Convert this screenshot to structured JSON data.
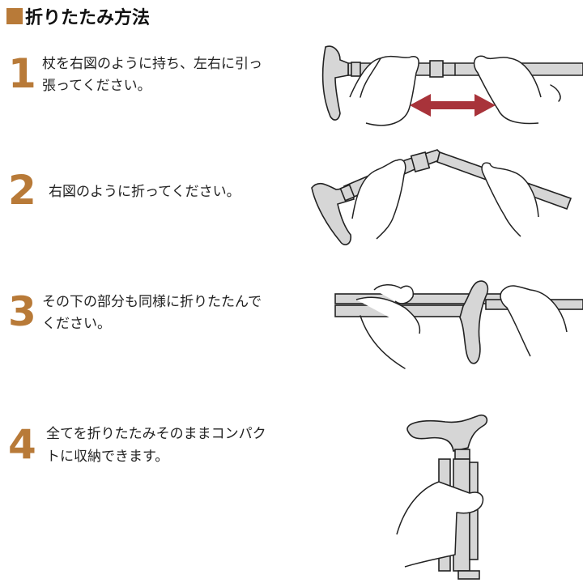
{
  "heading": {
    "title": "折りたたみ方法",
    "accent_color": "#b87a38"
  },
  "steps": [
    {
      "number": "1",
      "lines": [
        "杖を右図のように持ち、左右に引っ",
        "張ってください。"
      ],
      "illustration": "hands-pulling-cane-apart-with-arrow",
      "arrow_color": "#a8333a"
    },
    {
      "number": "2",
      "lines": [
        "右図のように折ってください。"
      ],
      "illustration": "hands-folding-cane"
    },
    {
      "number": "3",
      "lines": [
        "その下の部分も同様に折りたたんで",
        "ください。"
      ],
      "illustration": "hands-folding-lower-section"
    },
    {
      "number": "4",
      "lines": [
        "全てを折りたたみそのままコンパク",
        "トに収納できます。"
      ],
      "illustration": "hand-holding-folded-cane"
    }
  ]
}
